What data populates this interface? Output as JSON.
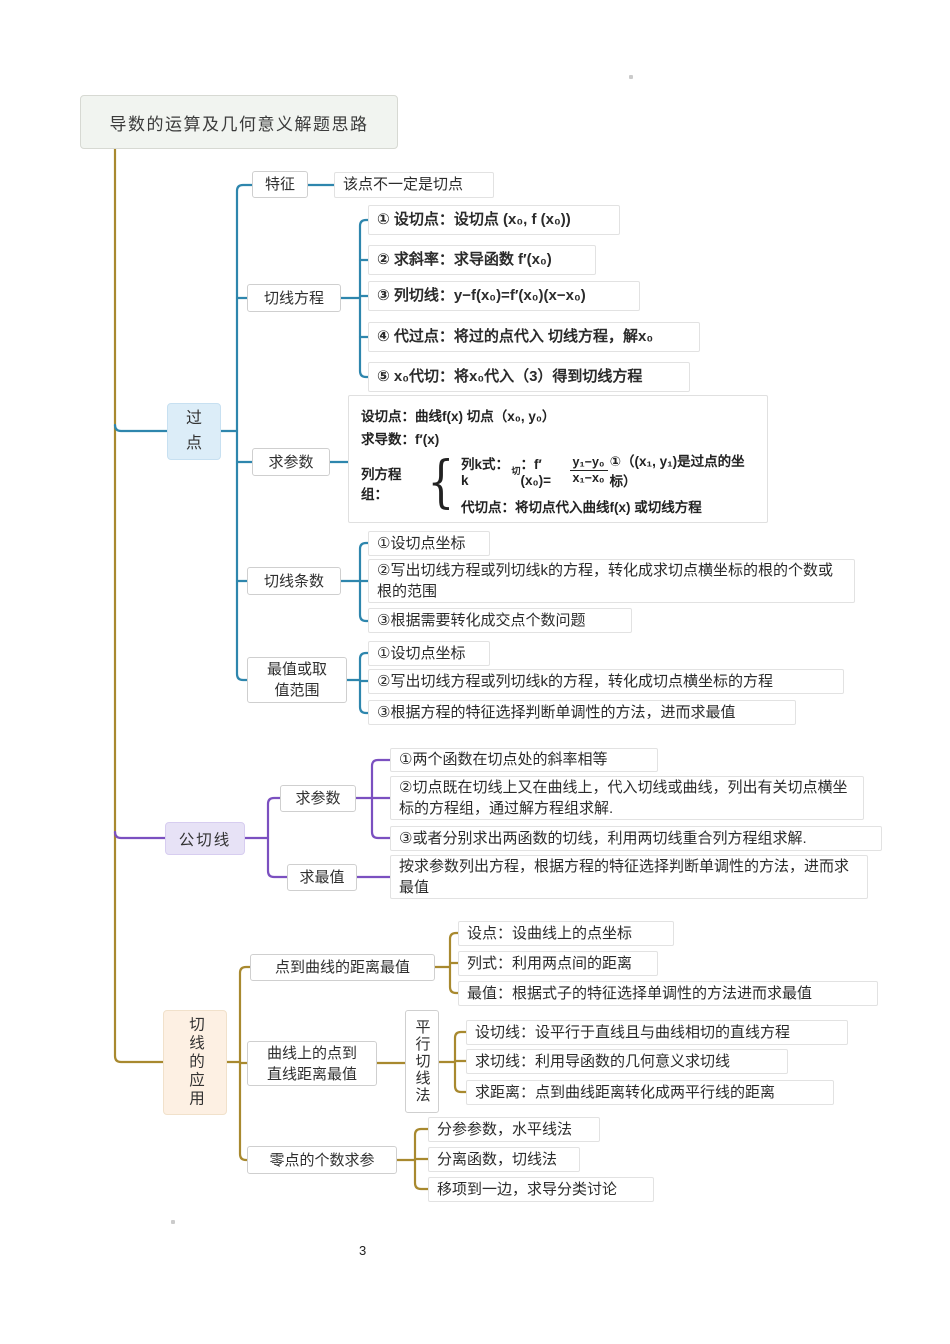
{
  "page_number": "3",
  "colors": {
    "blue": "#2e86ad",
    "purple": "#7b50c0",
    "gold": "#a8892f"
  },
  "root_title": "导数的运算及几何意义解题思路",
  "guodian": {
    "label": "过点",
    "tezheng_label": "特征",
    "tezheng_note": "该点不一定是切点",
    "qxfc_label": "切线方程",
    "qxfc_steps": [
      "① 设切点：设切点 (x₀, f (x₀))",
      "② 求斜率：求导函数 f′(x₀)",
      "③ 列切线：y−f(x₀)=f′(x₀)(x−x₀)",
      "④ 代过点：将过的点代入 切线方程，解x₀",
      "⑤ x₀代切：将x₀代入（3）得到切线方程"
    ],
    "qcs_label": "求参数",
    "qcs_line1": "设切点：曲线f(x) 切点（x₀, y₀）",
    "qcs_line2": "求导数：f′(x)",
    "qcs_sys_label": "列方程组：",
    "qcs_eq_prefix": "列k式：k",
    "qcs_eq_sub": "切",
    "qcs_eq_mid": "：f′(x₀)=",
    "qcs_eq_num": "y₁−y₀",
    "qcs_eq_den": "x₁−x₀",
    "qcs_eq_suffix": "①（(x₁, y₁)是过点的坐标）",
    "qcs_line4": "代切点：将切点代入曲线f(x) 或切线方程",
    "qxts_label": "切线条数",
    "qxts_steps": [
      "①设切点坐标",
      "②写出切线方程或列切线k的方程，转化成求切点横坐标的根的个数或根的范围",
      "③根据需要转化成交点个数问题"
    ],
    "zz_label": "最值或取值范围",
    "zz_steps": [
      "①设切点坐标",
      "②写出切线方程或列切线k的方程，转化成切点横坐标的方程",
      "③根据方程的特征选择判断单调性的方法，进而求最值"
    ]
  },
  "gqx": {
    "label": "公切线",
    "qcs_label": "求参数",
    "qcs_steps": [
      "①两个函数在切点处的斜率相等",
      "②切点既在切线上又在曲线上，代入切线或曲线，列出有关切点横坐标的方程组，通过解方程组求解.",
      "③或者分别求出两函数的切线，利用两切线重合列方程组求解."
    ],
    "qzz_label": "求最值",
    "qzz_note": "按求参数列出方程，根据方程的特征选择判断单调性的方法，进而求最值"
  },
  "yy": {
    "label": "切线的应用",
    "ddqx_label": "点到曲线的距离最值",
    "ddqx_steps": [
      "设点：设曲线上的点坐标",
      "列式：利用两点间的距离",
      "最值：根据式子的特征选择单调性的方法进而求最值"
    ],
    "qxd_label": "曲线上的点到直线距离最值",
    "qxd_method": "平行切线法",
    "qxd_steps": [
      "设切线：设平行于直线且与曲线相切的直线方程",
      "求切线：利用导函数的几何意义求切线",
      "求距离：点到曲线距离转化成两平行线的距离"
    ],
    "ld_label": "零点的个数求参",
    "ld_steps": [
      "分参参数，水平线法",
      "分离函数，切线法",
      "移项到一边，求导分类讨论"
    ]
  }
}
